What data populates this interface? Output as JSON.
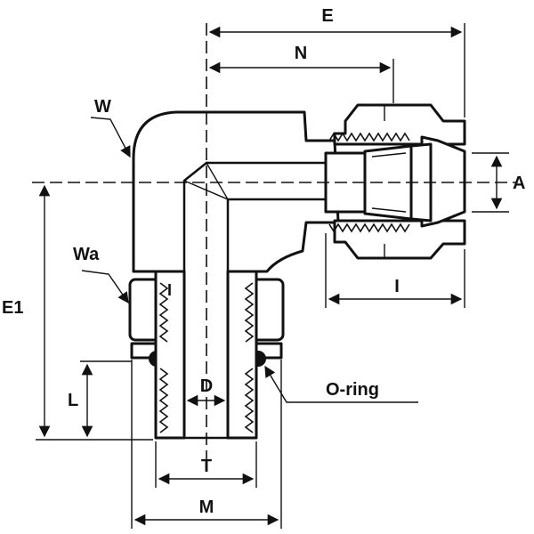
{
  "labels": {
    "E": "E",
    "N": "N",
    "W": "W",
    "Wa": "Wa",
    "A": "A",
    "I_side": "I",
    "I_bottom": "I",
    "E1": "E1",
    "L": "L",
    "D": "D",
    "T": "T",
    "M": "M",
    "oring": "O-ring"
  },
  "colors": {
    "line": "#111111",
    "background": "#ffffff"
  }
}
